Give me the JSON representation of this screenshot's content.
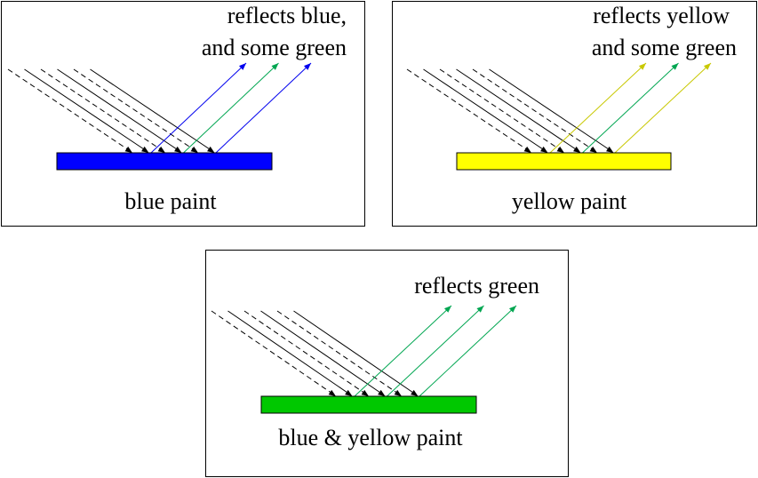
{
  "panels": {
    "blue": {
      "reflect_line1": "reflects blue,",
      "reflect_line2": "and some green",
      "label": "blue paint",
      "paint_color": "#0000ff",
      "reflected_colors": [
        "#0000ee",
        "#00a651",
        "#0000ee"
      ]
    },
    "yellow": {
      "reflect_line1": "reflects  yellow",
      "reflect_line2": "and some green",
      "label": "yellow paint",
      "paint_color": "#ffff00",
      "reflected_colors": [
        "#c8c800",
        "#00a651",
        "#c8c800"
      ]
    },
    "mix": {
      "reflect_line1": "reflects green",
      "label": "blue & yellow paint",
      "paint_color": "#00c800",
      "reflected_colors": [
        "#00a651",
        "#00a651",
        "#00a651"
      ]
    }
  },
  "colors": {
    "incident": "#000000",
    "border": "#000000"
  }
}
